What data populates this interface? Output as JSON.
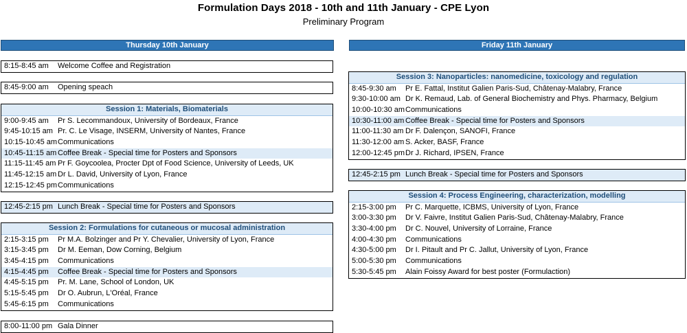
{
  "title": "Formulation Days 2018 - 10th and 11th January - CPE Lyon",
  "subtitle": "Preliminary Program",
  "days": {
    "thursday": "Thursday 10th January",
    "friday": "Friday 11th January"
  },
  "thursday": {
    "welcome": {
      "time": "8:15-8:45 am",
      "event": "Welcome Coffee and Registration"
    },
    "opening": {
      "time": "8:45-9:00 am",
      "event": "Opening speach"
    },
    "session1": {
      "title": "Session 1: Materials, Biomaterials",
      "rows": [
        {
          "time": "9:00-9:45 am",
          "event": "Pr S. Lecommandoux, University of Bordeaux, France"
        },
        {
          "time": "9:45-10:15 am",
          "event": "Pr. C. Le Visage, INSERM, University of Nantes, France"
        },
        {
          "time": "10:15-10:45 am",
          "event": "Communications"
        },
        {
          "time": "10:45-11:15 am",
          "event": "Coffee Break - Special time for Posters and Sponsors"
        },
        {
          "time": "11:15-11:45 am",
          "event": "Pr F. Goycoolea, Procter Dpt of Food Science, University of Leeds, UK"
        },
        {
          "time": "11:45-12:15 am",
          "event": "Dr L. David, University of Lyon, France"
        },
        {
          "time": "12:15-12:45 pm",
          "event": "Communications"
        }
      ]
    },
    "lunch": {
      "time": "12:45-2:15 pm",
      "event": "Lunch Break - Special time for Posters and Sponsors"
    },
    "session2": {
      "title": "Session 2: Formulations for cutaneous or mucosal administration",
      "rows": [
        {
          "time": "2:15-3:15 pm",
          "event": "Pr M.A. Bolzinger and Pr Y. Chevalier, University of Lyon, France"
        },
        {
          "time": "3:15-3:45 pm",
          "event": "Dr M. Eeman, Dow Corning, Belgium"
        },
        {
          "time": "3:45-4:15 pm",
          "event": "Communications"
        },
        {
          "time": "4:15-4:45 pm",
          "event": "Coffee Break - Special time for Posters and Sponsors"
        },
        {
          "time": "4:45-5:15 pm",
          "event": "Pr. M. Lane, School of London, UK"
        },
        {
          "time": "5:15-5:45 pm",
          "event": "Dr O. Aubrun, L'Oréal, France"
        },
        {
          "time": "5:45-6:15 pm",
          "event": "Communications"
        }
      ]
    },
    "dinner": {
      "time": "8:00-11:00 pm",
      "event": "Gala Dinner"
    }
  },
  "friday": {
    "session3": {
      "title": "Session 3: Nanoparticles: nanomedicine, toxicology and regulation",
      "rows": [
        {
          "time": "8:45-9:30 am",
          "event": "Pr E. Fattal, Institut Galien Paris-Sud, Châtenay-Malabry, France"
        },
        {
          "time": "9:30-10:00 am",
          "event": "Dr K. Remaud, Lab. of General Biochemistry and Phys. Pharmacy, Belgium"
        },
        {
          "time": "10:00-10:30 am",
          "event": "Communications"
        },
        {
          "time": "10:30-11:00 am",
          "event": "Coffee Break - Special time for Posters and Sponsors"
        },
        {
          "time": "11:00-11:30 am",
          "event": "Dr F. Dalençon, SANOFI, France"
        },
        {
          "time": "11:30-12:00 am",
          "event": "S. Acker, BASF, France"
        },
        {
          "time": "12:00-12:45 pm",
          "event": "Dr J. Richard, IPSEN, France"
        }
      ]
    },
    "lunch": {
      "time": "12:45-2:15 pm",
      "event": "Lunch Break - Special time for Posters and Sponsors"
    },
    "session4": {
      "title": "Session 4: Process Engineering, characterization, modelling",
      "rows": [
        {
          "time": "2:15-3:00 pm",
          "event": "Pr C. Marquette, ICBMS, University of Lyon, France"
        },
        {
          "time": "3:00-3:30 pm",
          "event": "Dr V. Faivre, Institut Galien Paris-Sud, Châtenay-Malabry, France"
        },
        {
          "time": "3:30-4:00 pm",
          "event": "Dr C. Nouvel, University of Lorraine, France"
        },
        {
          "time": "4:00-4:30 pm",
          "event": "Communications"
        },
        {
          "time": "4:30-5:00 pm",
          "event": "Dr I. Pitault and Pr C. Jallut, University of Lyon, France"
        },
        {
          "time": "5:00-5:30 pm",
          "event": "Communications"
        },
        {
          "time": "5:30-5:45 pm",
          "event": " Alain Foissy Award for best poster (Formulaction)"
        }
      ]
    }
  }
}
